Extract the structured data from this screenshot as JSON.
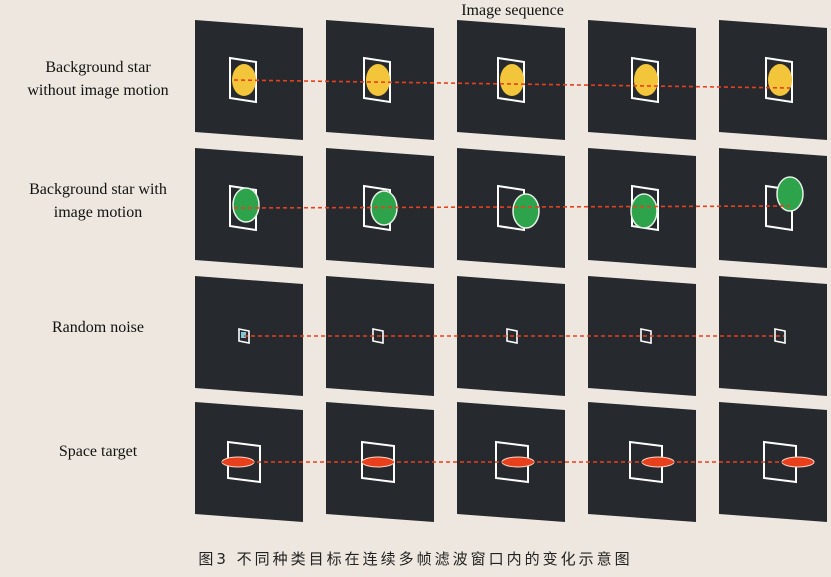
{
  "title": "Image sequence",
  "rows": [
    {
      "label": "Background star\nwithout image motion",
      "kind": "star",
      "color": "#f2c53a"
    },
    {
      "label": "Background star with\nimage motion",
      "kind": "moving-star",
      "color": "#2da34b"
    },
    {
      "label": "Random noise",
      "kind": "noise",
      "color": "#7ec8d8"
    },
    {
      "label": "Space target",
      "kind": "target",
      "color": "#e8401c"
    }
  ],
  "caption": "图3  不同种类目标在连续多帧滤波窗口内的变化示意图",
  "colors": {
    "frame": "#262a2f",
    "window": "#ffffff",
    "trajectory": "#e8401c"
  },
  "frames_per_row": 5
}
